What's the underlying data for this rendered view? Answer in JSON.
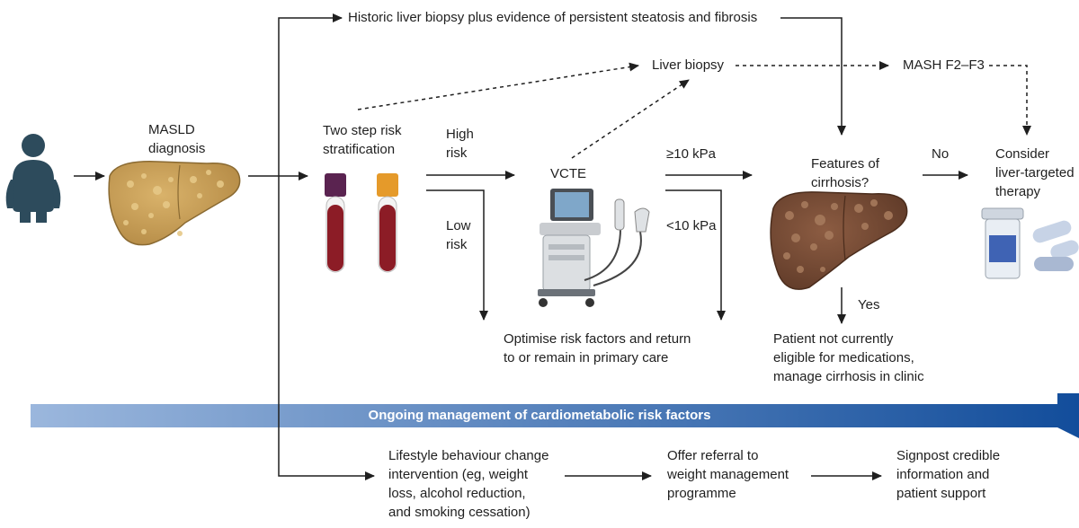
{
  "nodes": {
    "historic_biopsy": "Historic liver biopsy plus evidence of persistent steatosis and fibrosis",
    "liver_biopsy": "Liver biopsy",
    "mash": "MASH F2–F3",
    "masld": [
      "MASLD",
      "diagnosis"
    ],
    "two_step": [
      "Two step risk",
      "stratification"
    ],
    "high_risk": [
      "High",
      "risk"
    ],
    "low_risk": [
      "Low",
      "risk"
    ],
    "vcte": "VCTE",
    "ge10": "≥10 kPa",
    "lt10": "<10 kPa",
    "features": [
      "Features of",
      "cirrhosis?"
    ],
    "no": "No",
    "yes": "Yes",
    "consider": [
      "Consider",
      "liver-targeted",
      "therapy"
    ],
    "optimise": [
      "Optimise risk factors and return",
      "to or remain in primary care"
    ],
    "not_eligible": [
      "Patient not currently",
      "eligible for medications,",
      "manage cirrhosis in clinic"
    ],
    "lifestyle": [
      "Lifestyle behaviour change",
      "intervention (eg, weight",
      "loss, alcohol reduction,",
      "and smoking cessation)"
    ],
    "referral": [
      "Offer referral to",
      "weight management",
      "programme"
    ],
    "signpost": [
      "Signpost credible",
      "information and",
      "patient support"
    ]
  },
  "banner": "Ongoing management of cardiometabolic risk factors",
  "colors": {
    "banner_start": "#9bb7dd",
    "banner_end": "#124d9b",
    "text": "#1f1f1f",
    "liver": "#c8a05a",
    "cirrhotic_liver": "#7a5038",
    "blood": "#8c1c26",
    "cap_purple": "#5a2350",
    "cap_orange": "#e59a2a",
    "person": "#2d4b5c"
  }
}
